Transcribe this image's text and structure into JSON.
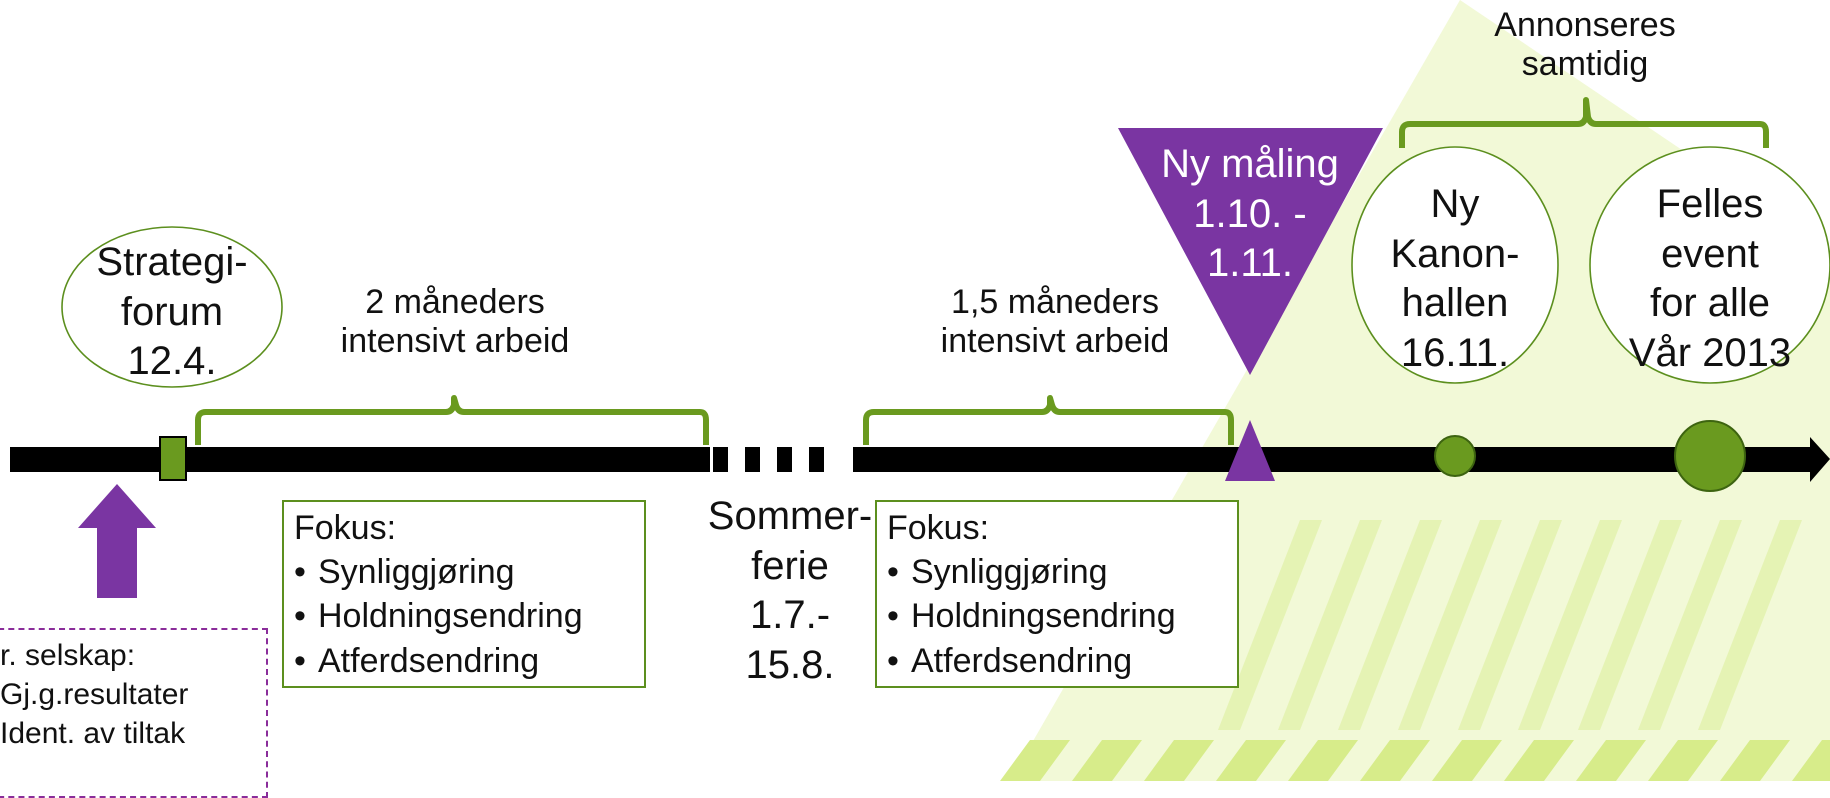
{
  "colors": {
    "green": "#5c8f1e",
    "green_fill": "#6a9a1f",
    "purple": "#7a35a2",
    "bg_stripes": "#d3ea7e",
    "timeline": "#000000"
  },
  "milestones": {
    "strategy_forum": [
      "Strategi-",
      "forum",
      "12.4."
    ],
    "kanonhallen": [
      "Ny",
      "Kanon-",
      "hallen",
      "16.11."
    ],
    "felles_event": [
      "Felles",
      "event",
      "for alle",
      "Vår 2013"
    ],
    "ny_maling": [
      "Ny måling",
      "1.10. -",
      "1.11."
    ]
  },
  "periods": {
    "first": [
      "2 måneders",
      "intensivt arbeid"
    ],
    "second": [
      "1,5 måneders",
      "intensivt arbeid"
    ],
    "annonseres": [
      "Annonseres",
      "samtidig"
    ]
  },
  "sommerferie": [
    "Sommer-",
    "ferie",
    "1.7.-",
    "15.8."
  ],
  "focus_boxes": {
    "heading": "Fokus:",
    "items": [
      "Synliggjøring",
      "Holdningsendring",
      "Atferdsendring"
    ],
    "bullet": "•"
  },
  "company_box": {
    "lines": [
      "r. selskap:",
      "Gj.g.resultater",
      "Ident. av tiltak"
    ]
  }
}
